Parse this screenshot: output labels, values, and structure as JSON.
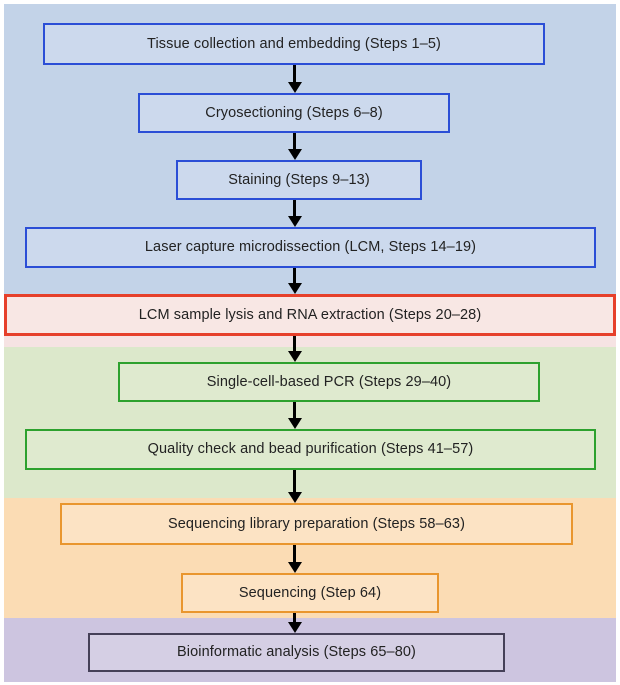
{
  "figure": {
    "title": "Protocol workflow flowchart",
    "description": "Vertical flowchart of LCM single-cell RNA sequencing protocol steps, grouped into five color-coded phases"
  },
  "palette": {
    "blue_bg": "#c3d3e8",
    "blue_fill": "#ccd9ed",
    "blue_border": "#2b4ed6",
    "pink_bg": "#f6e3e3",
    "red_fill": "#f8e7e4",
    "red_border": "#e6402b",
    "green_bg": "#dce8cb",
    "green_fill": "#dfeacf",
    "green_border": "#2da12e",
    "orange_bg": "#fbdcb4",
    "orange_fill": "#fce3c4",
    "orange_border": "#e9962e",
    "purple_bg": "#cdc5e0",
    "purple_fill": "#d5cfe4",
    "purple_border": "#454058",
    "text": "#222222",
    "arrow": "#000000"
  },
  "sections": [
    {
      "name": "tissue-processing-and-lcm",
      "color": "#c3d3e8"
    },
    {
      "name": "lysis-and-rna-extraction",
      "color": "#f6e3e3"
    },
    {
      "name": "pcr-and-purification",
      "color": "#dce8cb"
    },
    {
      "name": "library-prep-and-sequencing",
      "color": "#fbdcb4"
    },
    {
      "name": "bioinformatics",
      "color": "#cdc5e0"
    }
  ],
  "steps": [
    {
      "label": "Tissue collection and embedding (Steps 1–5)",
      "section": "tissue-processing-and-lcm"
    },
    {
      "label": "Cryosectioning (Steps 6–8)",
      "section": "tissue-processing-and-lcm"
    },
    {
      "label": "Staining (Steps 9–13)",
      "section": "tissue-processing-and-lcm"
    },
    {
      "label": "Laser capture microdissection (LCM, Steps 14–19)",
      "section": "tissue-processing-and-lcm"
    },
    {
      "label": "LCM sample lysis and RNA extraction (Steps 20–28)",
      "section": "lysis-and-rna-extraction"
    },
    {
      "label": "Single-cell-based PCR (Steps 29–40)",
      "section": "pcr-and-purification"
    },
    {
      "label": "Quality check and bead purification (Steps 41–57)",
      "section": "pcr-and-purification"
    },
    {
      "label": "Sequencing library preparation (Steps 58–63)",
      "section": "library-prep-and-sequencing"
    },
    {
      "label": "Sequencing (Step 64)",
      "section": "library-prep-and-sequencing"
    },
    {
      "label": "Bioinformatic analysis (Steps 65–80)",
      "section": "bioinformatics"
    }
  ]
}
